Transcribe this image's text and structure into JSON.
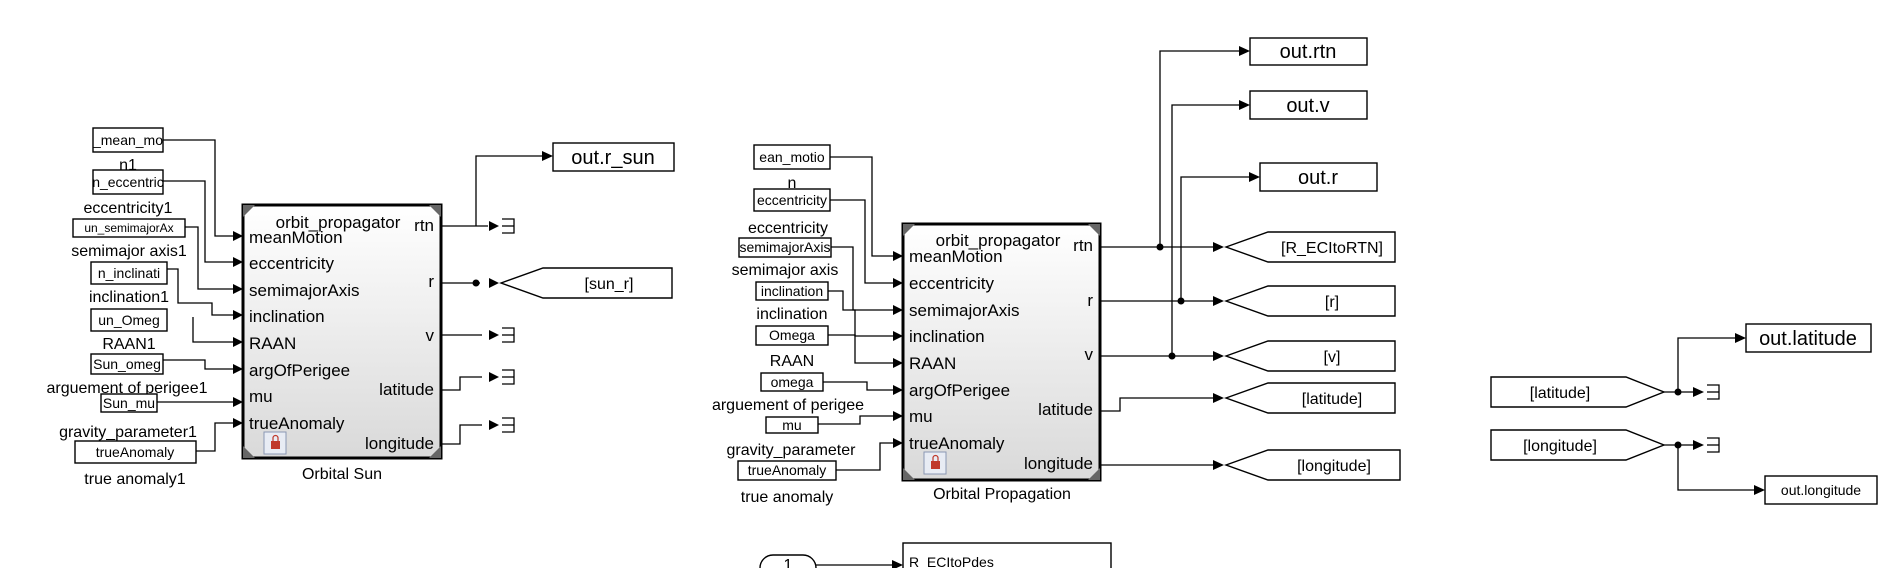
{
  "orbital_sun": {
    "block_title": "orbit_propagator",
    "caption": "Orbital Sun",
    "inputs": [
      "meanMotion",
      "eccentricity",
      "semimajorAxis",
      "inclination",
      "RAAN",
      "argOfPerigee",
      "mu",
      "trueAnomaly"
    ],
    "outputs": [
      "rtn",
      "r",
      "v",
      "latitude",
      "longitude"
    ],
    "constants": [
      {
        "value": "_mean_mo",
        "label": "n1"
      },
      {
        "value": "n_eccentric",
        "label": "eccentricity1"
      },
      {
        "value": "un_semimajorAx",
        "label": "semimajor axis1"
      },
      {
        "value": "n_inclinati",
        "label": "inclination1"
      },
      {
        "value": "un_Omeg",
        "label": "RAAN1"
      },
      {
        "value": "Sun_omeg",
        "label": "arguement of perigee1"
      },
      {
        "value": "Sun_mu",
        "label": "gravity_parameter1"
      },
      {
        "value": "trueAnomaly",
        "label": "true anomaly1"
      }
    ],
    "out_r_sun": "out.r_sun",
    "goto_sun_r": "[sun_r]"
  },
  "orbital_propagation": {
    "block_title": "orbit_propagator",
    "caption": "Orbital Propagation",
    "inputs": [
      "meanMotion",
      "eccentricity",
      "semimajorAxis",
      "inclination",
      "RAAN",
      "argOfPerigee",
      "mu",
      "trueAnomaly"
    ],
    "outputs": [
      "rtn",
      "r",
      "v",
      "latitude",
      "longitude"
    ],
    "constants": [
      {
        "value": "ean_motio",
        "label": "n"
      },
      {
        "value": "eccentricity",
        "label": "eccentricity"
      },
      {
        "value": "semimajorAxis",
        "label": "semimajor axis"
      },
      {
        "value": "inclination",
        "label": "inclination"
      },
      {
        "value": "Omega",
        "label": "RAAN"
      },
      {
        "value": "omega",
        "label": "arguement of perigee"
      },
      {
        "value": "mu",
        "label": "gravity_parameter"
      },
      {
        "value": "trueAnomaly",
        "label": "true anomaly"
      }
    ],
    "outs": [
      "out.rtn",
      "out.v",
      "out.r"
    ],
    "gotos": [
      "[R_ECItoRTN]",
      "[r]",
      "[v]",
      "[latitude]",
      "[longitude]"
    ]
  },
  "right_section": {
    "froms": [
      "[latitude]",
      "[longitude]"
    ],
    "outs": [
      "out.latitude",
      "out.longitude"
    ]
  },
  "bottom": {
    "inport_number": "1",
    "block_text": "R_ECItoPdes"
  }
}
